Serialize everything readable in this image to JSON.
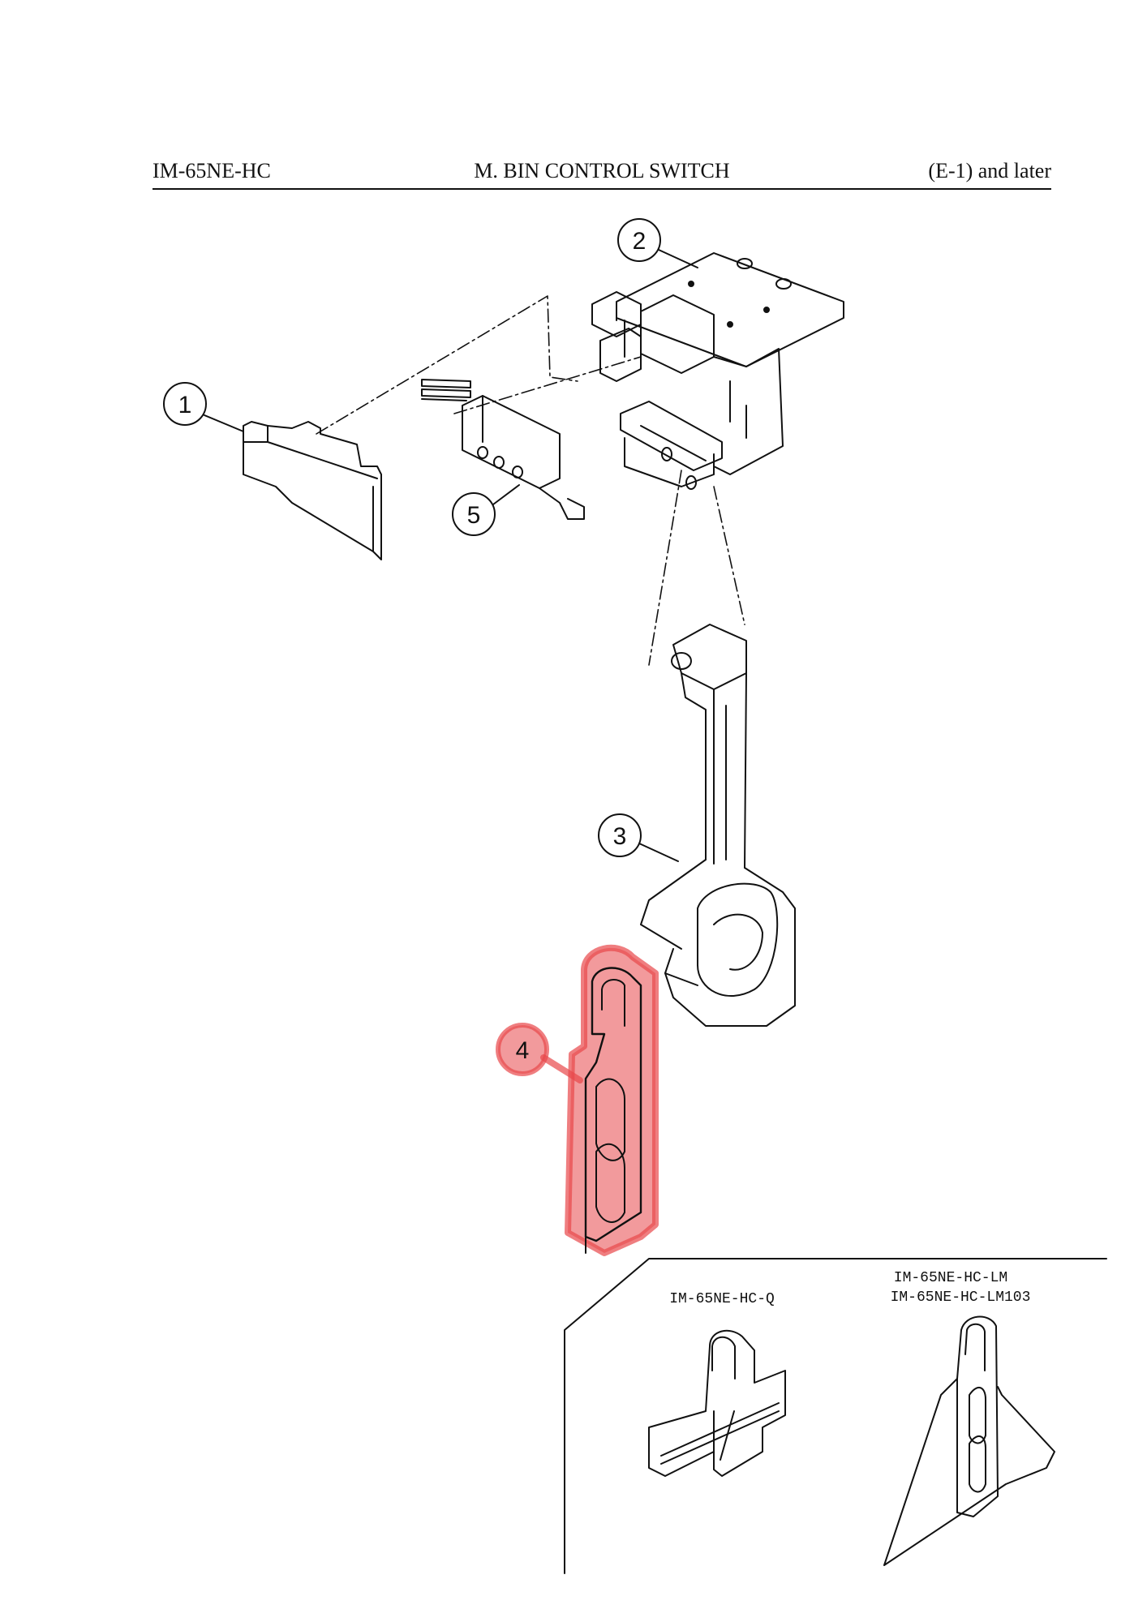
{
  "header": {
    "model": "IM-65NE-HC",
    "title": "M. BIN CONTROL SWITCH",
    "serial": "(E-1) and later"
  },
  "callouts": [
    "1",
    "2",
    "3",
    "4",
    "5"
  ],
  "inset": {
    "variant_q": "IM-65NE-HC-Q",
    "variant_lm_1": "IM-65NE-HC-LM",
    "variant_lm_2": "IM-65NE-HC-LM103"
  },
  "highlight": {
    "part": "4",
    "color": "#e8474a"
  }
}
